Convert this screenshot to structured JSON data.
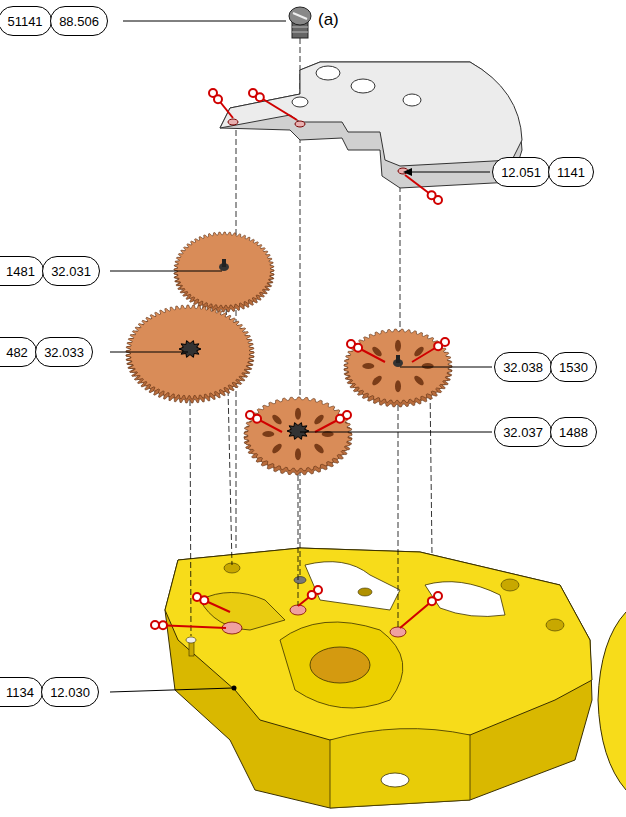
{
  "diagram": {
    "nodes": [
      {
        "text": [
          "51141"
        ]
      },
      {
        "text": [
          "88.506"
        ]
      },
      {
        "text": [
          "12.051"
        ]
      },
      {
        "text": [
          "1141"
        ]
      },
      {
        "text": [
          "1481"
        ]
      },
      {
        "text": [
          "32.031"
        ]
      },
      {
        "text": [
          "482"
        ]
      },
      {
        "text": [
          "32.033"
        ]
      },
      {
        "text": [
          "32.038"
        ]
      },
      {
        "text": [
          "1530"
        ]
      },
      {
        "text": [
          "32.037"
        ]
      },
      {
        "text": [
          "1488"
        ]
      },
      {
        "text": [
          "1134"
        ]
      },
      {
        "text": [
          "12.030"
        ]
      }
    ],
    "labels": [
      "(a)"
    ]
  }
}
